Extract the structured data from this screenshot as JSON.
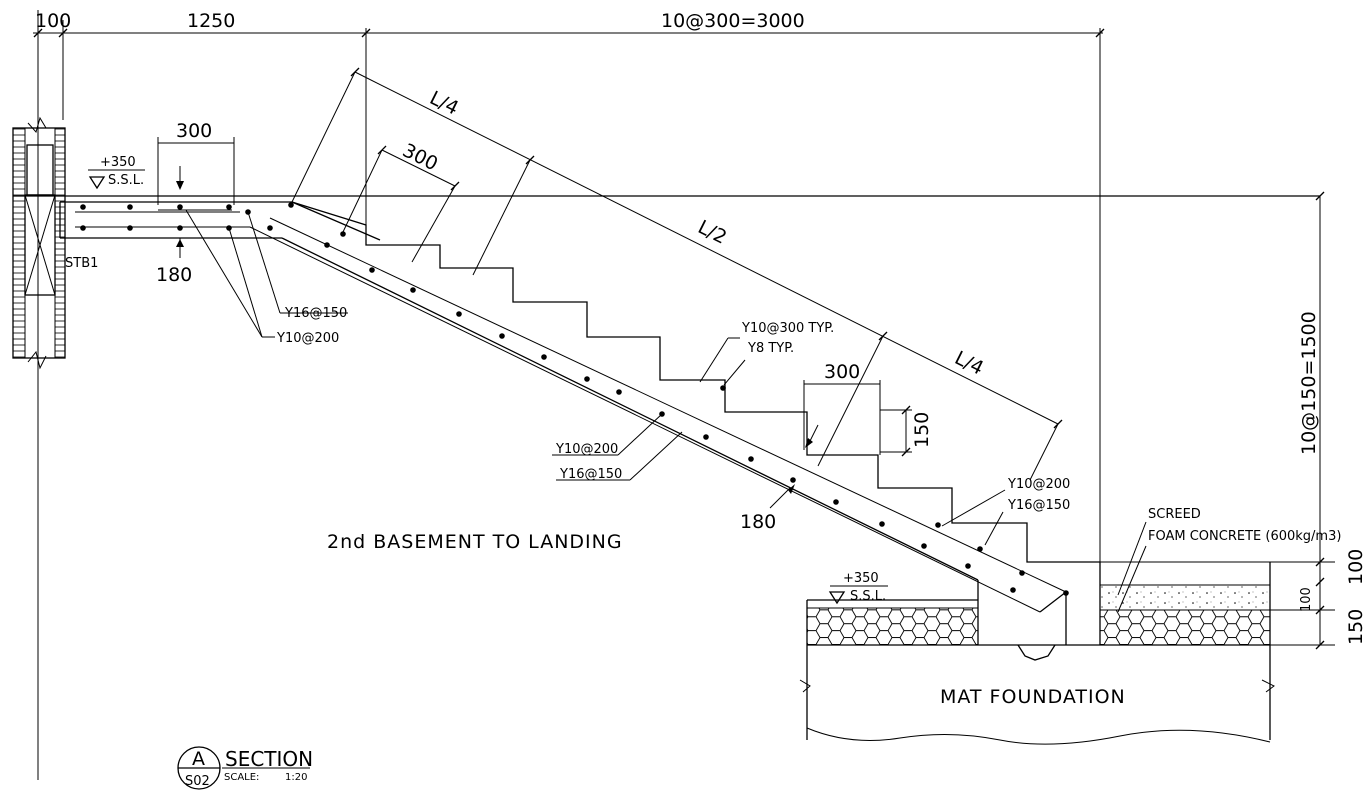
{
  "top_dimensions": {
    "wall": "100",
    "landing": "1250",
    "treads_total": "10@300=3000"
  },
  "right_dimensions": {
    "risers_total": "10@150=1500",
    "screed": "100",
    "foam": "150"
  },
  "tread_dims": {
    "top_landing_300": "300",
    "tread_300_upper": "300",
    "tread_300_lower": "300",
    "riser_150": "150"
  },
  "slope_dims": {
    "quarter_upper": "L/4",
    "half": "L/2",
    "quarter_lower": "L/4"
  },
  "levels": {
    "top_level": "+350",
    "top_level_ref": "S.S.L.",
    "bottom_level": "+350",
    "bottom_level_ref": "S.S.L."
  },
  "thickness": {
    "landing": "180",
    "waist": "180"
  },
  "rebar": {
    "landing_top": "Y16@150",
    "landing_bottom": "Y10@200",
    "step_typ": "Y10@300 TYP.",
    "y8_typ": "Y8 TYP.",
    "waist_top": "Y10@200",
    "waist_bottom": "Y16@150",
    "lower_top": "Y10@200",
    "lower_bottom": "Y16@150"
  },
  "labels": {
    "beam": "STB1",
    "screed": "SCREED",
    "foam": "FOAM CONCRETE (600kg/m3)",
    "title": "2nd BASEMENT TO LANDING",
    "mat": "MAT FOUNDATION"
  },
  "section_tag": {
    "letter": "A",
    "sheet": "S02",
    "title": "SECTION",
    "scale_label": "SCALE:",
    "scale_value": "1:20"
  }
}
